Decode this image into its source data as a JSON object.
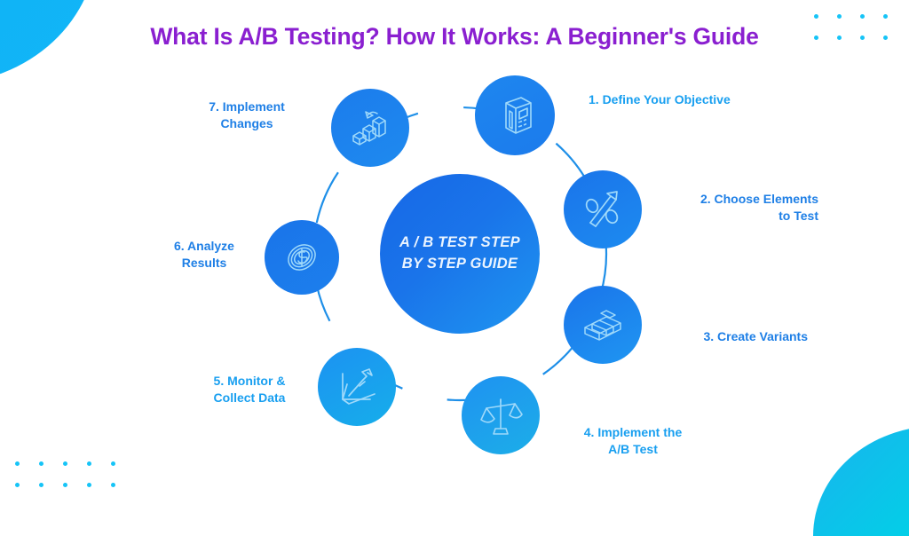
{
  "page": {
    "title": "What Is A/B Testing? How It Works: A Beginner's Guide",
    "background_color": "#ffffff",
    "title_color": "#8A1FD0",
    "accent_cyan": "#12B6F7",
    "accent_blue": "#1A74EA",
    "label_color": "#189FF0"
  },
  "center": {
    "text": "A / B TEST STEP\nBY STEP GUIDE",
    "gradient_from": "#1668E6",
    "gradient_to": "#1E96F0"
  },
  "steps": [
    {
      "number": "1",
      "label": "1. Define Your Objective",
      "icon": "calculator-icon",
      "position": "top-right"
    },
    {
      "number": "2",
      "label": "2. Choose Elements\nto Test",
      "icon": "percent-arrow-icon",
      "position": "right-upper"
    },
    {
      "number": "3",
      "label": "3. Create Variants",
      "icon": "stacked-boxes-icon",
      "position": "right-lower"
    },
    {
      "number": "4",
      "label": "4. Implement the\nA/B Test",
      "icon": "balance-scales-icon",
      "position": "bottom-right"
    },
    {
      "number": "5",
      "label": "5. Monitor &\nCollect Data",
      "icon": "growth-arrow-chart-icon",
      "position": "bottom-left"
    },
    {
      "number": "6",
      "label": "6. Analyze\nResults",
      "icon": "dollar-coin-icon",
      "position": "left"
    },
    {
      "number": "7",
      "label": "7. Implement\nChanges",
      "icon": "bar-chart-blocks-icon",
      "position": "top-left"
    }
  ],
  "decorations": {
    "corner_top_left": "cyan-quarter-circle",
    "corner_bottom_right": "cyan-quarter-circle",
    "dots_top_right": {
      "columns": 4,
      "rows": 2,
      "color": "#16C4F7"
    },
    "dots_bottom_left": {
      "columns": 5,
      "rows": 2,
      "color": "#16C4F7"
    }
  }
}
